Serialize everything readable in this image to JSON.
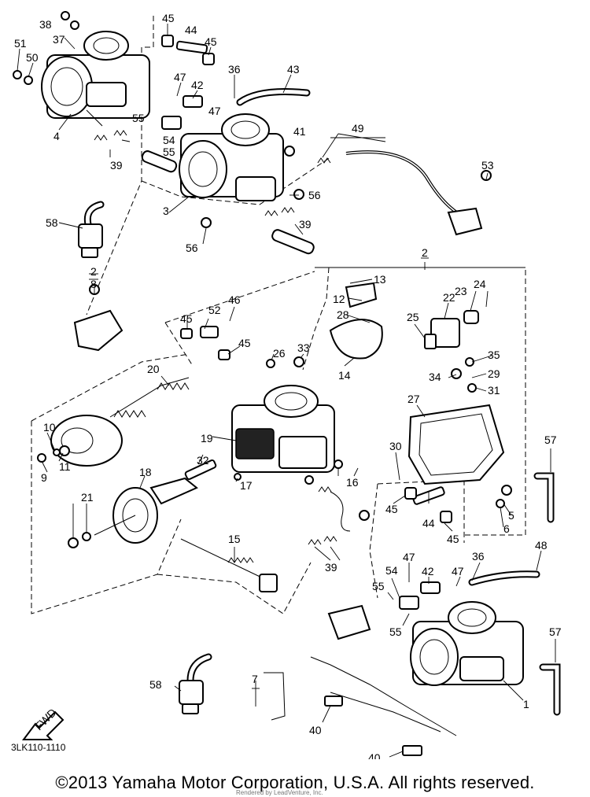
{
  "diagram": {
    "fwd_label": "FWD",
    "diagram_code": "3LK110-1110",
    "copyright": "©2013 Yamaha Motor Corporation, U.S.A. All rights reserved.",
    "watermark": "Rendered by LeadVenture, Inc.",
    "callouts": [
      {
        "id": "c38",
        "text": "38"
      },
      {
        "id": "c37",
        "text": "37"
      },
      {
        "id": "c51",
        "text": "51"
      },
      {
        "id": "c50",
        "text": "50"
      },
      {
        "id": "c4",
        "text": "4"
      },
      {
        "id": "c45a",
        "text": "45"
      },
      {
        "id": "c44a",
        "text": "44"
      },
      {
        "id": "c45b",
        "text": "45"
      },
      {
        "id": "c36a",
        "text": "36"
      },
      {
        "id": "c43",
        "text": "43"
      },
      {
        "id": "c47a",
        "text": "47"
      },
      {
        "id": "c42a",
        "text": "42"
      },
      {
        "id": "c47b",
        "text": "47"
      },
      {
        "id": "c55a",
        "text": "55"
      },
      {
        "id": "c54a",
        "text": "54"
      },
      {
        "id": "c55b",
        "text": "55"
      },
      {
        "id": "c39a",
        "text": "39"
      },
      {
        "id": "c41",
        "text": "41"
      },
      {
        "id": "c49",
        "text": "49"
      },
      {
        "id": "c53",
        "text": "53"
      },
      {
        "id": "c3",
        "text": "3"
      },
      {
        "id": "c56a",
        "text": "56"
      },
      {
        "id": "c39b",
        "text": "39"
      },
      {
        "id": "c58a",
        "text": "58"
      },
      {
        "id": "c56b",
        "text": "56"
      },
      {
        "id": "c2a",
        "text": "2"
      },
      {
        "id": "c8",
        "text": "8"
      },
      {
        "id": "c2b",
        "text": "2"
      },
      {
        "id": "c13",
        "text": "13"
      },
      {
        "id": "c12",
        "text": "12"
      },
      {
        "id": "c23",
        "text": "23"
      },
      {
        "id": "c24",
        "text": "24"
      },
      {
        "id": "c22",
        "text": "22"
      },
      {
        "id": "c28",
        "text": "28"
      },
      {
        "id": "c25",
        "text": "25"
      },
      {
        "id": "c46",
        "text": "46"
      },
      {
        "id": "c52",
        "text": "52"
      },
      {
        "id": "c45c",
        "text": "45"
      },
      {
        "id": "c45d",
        "text": "45"
      },
      {
        "id": "c26",
        "text": "26"
      },
      {
        "id": "c33",
        "text": "33"
      },
      {
        "id": "c14",
        "text": "14"
      },
      {
        "id": "c35",
        "text": "35"
      },
      {
        "id": "c34",
        "text": "34"
      },
      {
        "id": "c29",
        "text": "29"
      },
      {
        "id": "c31",
        "text": "31"
      },
      {
        "id": "c20",
        "text": "20"
      },
      {
        "id": "c27",
        "text": "27"
      },
      {
        "id": "c10",
        "text": "10"
      },
      {
        "id": "c19",
        "text": "19"
      },
      {
        "id": "c57a",
        "text": "57"
      },
      {
        "id": "c11",
        "text": "11"
      },
      {
        "id": "c9",
        "text": "9"
      },
      {
        "id": "c30",
        "text": "30"
      },
      {
        "id": "c32",
        "text": "32"
      },
      {
        "id": "c16",
        "text": "16"
      },
      {
        "id": "c18",
        "text": "18"
      },
      {
        "id": "c17",
        "text": "17"
      },
      {
        "id": "c5",
        "text": "5"
      },
      {
        "id": "c6",
        "text": "6"
      },
      {
        "id": "c21",
        "text": "21"
      },
      {
        "id": "c45e",
        "text": "45"
      },
      {
        "id": "c44b",
        "text": "44"
      },
      {
        "id": "c45f",
        "text": "45"
      },
      {
        "id": "c15",
        "text": "15"
      },
      {
        "id": "c48",
        "text": "48"
      },
      {
        "id": "c39c",
        "text": "39"
      },
      {
        "id": "c47c",
        "text": "47"
      },
      {
        "id": "c42b",
        "text": "42"
      },
      {
        "id": "c47d",
        "text": "47"
      },
      {
        "id": "c36b",
        "text": "36"
      },
      {
        "id": "c54b",
        "text": "54"
      },
      {
        "id": "c55c",
        "text": "55"
      },
      {
        "id": "c55d",
        "text": "55"
      },
      {
        "id": "c57b",
        "text": "57"
      },
      {
        "id": "c58b",
        "text": "58"
      },
      {
        "id": "c7",
        "text": "7"
      },
      {
        "id": "c1",
        "text": "1"
      },
      {
        "id": "c40a",
        "text": "40"
      },
      {
        "id": "c40b",
        "text": "40"
      }
    ]
  }
}
